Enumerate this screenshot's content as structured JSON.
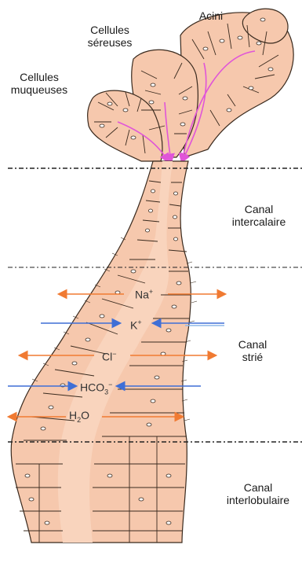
{
  "labels": {
    "acini": "Acini",
    "cellules_sereuses_1": "Cellules",
    "cellules_sereuses_2": "séreuses",
    "cellules_muqueuses_1": "Cellules",
    "cellules_muqueuses_2": "muqueuses",
    "canal_intercalaire_1": "Canal",
    "canal_intercalaire_2": "intercalaire",
    "canal_strie_1": "Canal",
    "canal_strie_2": "strié",
    "canal_interlobulaire_1": "Canal",
    "canal_interlobulaire_2": "interlobulaire"
  },
  "ions": {
    "na": {
      "base": "Na",
      "sup": "+",
      "sub": ""
    },
    "k": {
      "base": "K",
      "sup": "+",
      "sub": ""
    },
    "cl": {
      "base": "Cl",
      "sup": "−",
      "sub": ""
    },
    "hco3": {
      "base": "HCO",
      "sup": "−",
      "sub": "3"
    },
    "h2o": {
      "base": "H",
      "sup": "",
      "sub": "2",
      "tail": "O"
    }
  },
  "colors": {
    "tissue": "#f6c8ad",
    "cell_outline": "#3a2a1e",
    "lumen": "#f9d4bd",
    "secretion_flow": "#e055d8",
    "arrow_orange": "#f07a32",
    "arrow_blue": "#3f6fd6",
    "divider": "#222222"
  }
}
